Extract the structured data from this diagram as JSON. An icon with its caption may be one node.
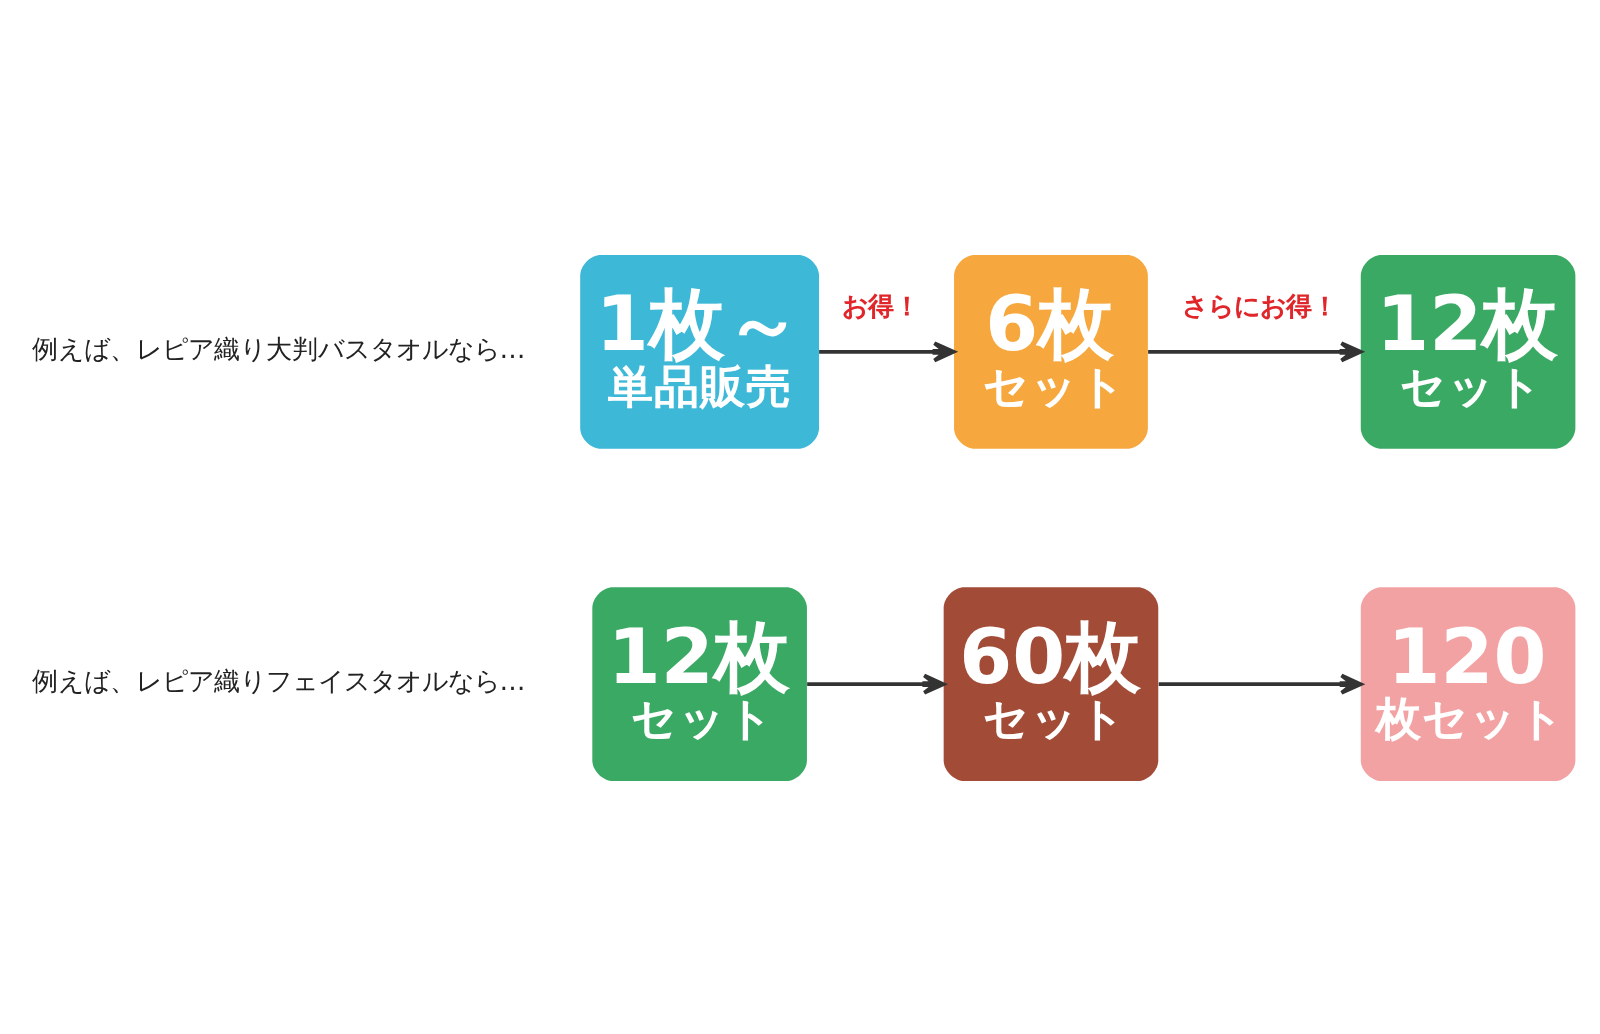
{
  "diagram": {
    "nodes": [
      {
        "text": [
          "1枚～",
          "単品販売"
        ]
      },
      {
        "text": [
          "6枚",
          "セット"
        ]
      },
      {
        "text": [
          "12枚",
          "セット"
        ]
      },
      {
        "text": [
          "12枚",
          "セット"
        ]
      },
      {
        "text": [
          "60枚",
          "セット"
        ]
      },
      {
        "text": [
          "120",
          "枚セット"
        ]
      }
    ],
    "edges": [
      {
        "from": 0,
        "to": 1,
        "arrow": "to",
        "label": "お得！"
      },
      {
        "from": 1,
        "to": 2,
        "arrow": "to",
        "label": "さらにお得！"
      },
      {
        "from": 3,
        "to": 4,
        "arrow": "to"
      },
      {
        "from": 4,
        "to": 5,
        "arrow": "to"
      }
    ],
    "labels": [
      "例えば、レピア織り大判バスタオルなら…",
      "例えば、レピア織りフェイスタオルなら…"
    ]
  }
}
